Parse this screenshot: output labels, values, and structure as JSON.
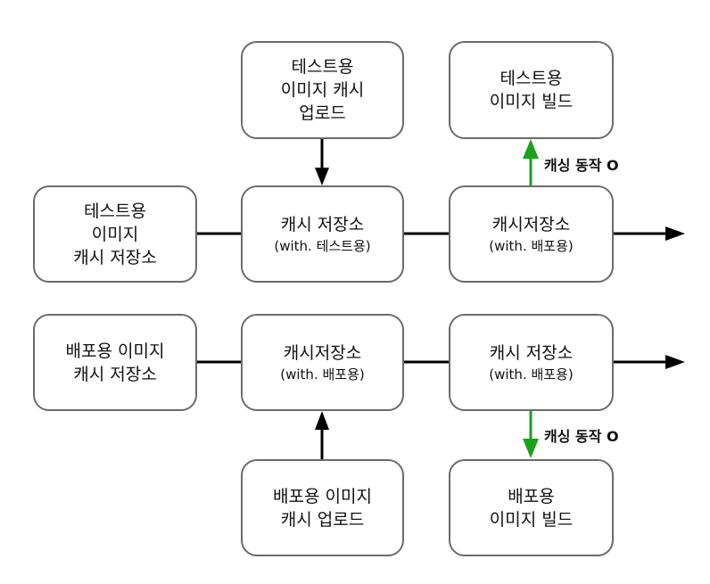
{
  "colors": {
    "edge": "#000000",
    "cache_edge": "#1aa31a",
    "node_border": "#6b6b6b"
  },
  "nodes": {
    "test_upload": {
      "lines": [
        "테스트용",
        "이미지 캐시",
        "업로드"
      ]
    },
    "test_build": {
      "lines": [
        "테스트용",
        "이미지 빌드"
      ]
    },
    "test_storage": {
      "lines": [
        "테스트용",
        "이미지",
        "캐시 저장소"
      ]
    },
    "cache_test": {
      "title": "캐시 저장소",
      "sub": "(with. 테스트용)"
    },
    "cache_deploy_a": {
      "title": "캐시저장소",
      "sub": "(with. 배포용)"
    },
    "deploy_storage": {
      "lines": [
        "배포용 이미지",
        "캐시 저장소"
      ]
    },
    "cache_deploy_b": {
      "title": "캐시저장소",
      "sub": "(with. 배포용)"
    },
    "cache_deploy_c": {
      "title": "캐시 저장소",
      "sub": "(with. 배포용)"
    },
    "deploy_upload": {
      "lines": [
        "배포용 이미지",
        "캐시 업로드"
      ]
    },
    "deploy_build": {
      "lines": [
        "배포용",
        "이미지 빌드"
      ]
    }
  },
  "edge_labels": {
    "top_cache": "캐싱 동작 O",
    "bottom_cache": "캐싱 동작 O"
  }
}
